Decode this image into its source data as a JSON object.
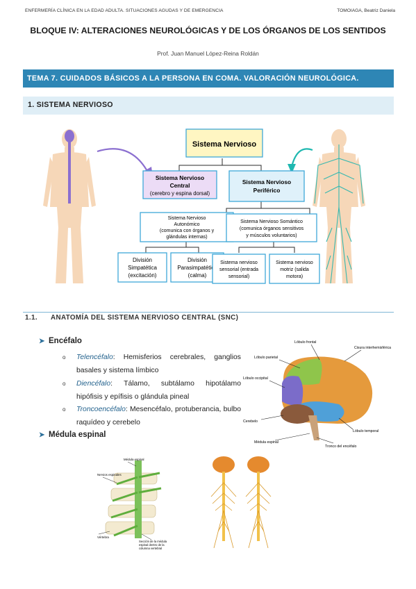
{
  "header": {
    "left": "ENFERMERÍA CLÍNICA EN LA EDAD ADULTA. SITUACIONES AGUDAS Y DE EMERGENCIA",
    "right": "TOMOIAGA, Beatriz Daniela"
  },
  "bloque_title": "BLOQUE IV: ALTERACIONES NEUROLÓGICAS Y DE LOS ÓRGANOS DE LOS SENTIDOS",
  "professor": "Prof. Juan Manuel López-Reina Roldán",
  "tema_title": "TEMA 7. CUIDADOS BÁSICOS A LA PERSONA EN COMA. VALORACIÓN NEUROLÓGICA.",
  "section1": "1.  SISTEMA NERVIOSO",
  "diagram": {
    "root": "Sistema Nervioso",
    "snc_title1": "Sistema Nervioso",
    "snc_title2": "Central",
    "snc_sub": "(cerebro y espina dorsal)",
    "snp_title1": "Sistema Nervioso",
    "snp_title2": "Periférico",
    "auto1": "Sistema Nervioso",
    "auto2": "Autonómico",
    "auto3": "(comunica con órganos y",
    "auto4": "glándulas internas)",
    "som1": "Sistema Nervioso Somántico",
    "som2": "(comunica órganos sensitivos",
    "som3": "y músculos voluntarios)",
    "simp1": "División",
    "simp2": "Simpatética",
    "simp3": "(excitación)",
    "para1": "División",
    "para2": "Parasimpatética",
    "para3": "(calma)",
    "sens1": "Sistema nervioso",
    "sens2": "sensorial (entrada",
    "sens3": "sensorial)",
    "mot1": "Sistema nervioso",
    "mot2": "motriz (salida",
    "mot3": "motora)"
  },
  "subsection": {
    "number": "1.1.",
    "title": "ANATOMÍA DEL SISTEMA NERVIOSO CENTRAL (SNC)"
  },
  "encefalo": {
    "heading": "Encéfalo",
    "items": [
      {
        "term": "Telencéfalo",
        "text": ": Hemisferios cerebrales, ganglios basales y sistema límbico"
      },
      {
        "term": "Diencéfalo",
        "text": ": Tálamo, subtálamo hipotálamo hipófisis y epífisis o glándula pineal"
      },
      {
        "term": "Troncoencéfalo",
        "text": ": Mesencéfalo, protuberancia, bulbo raquídeo y cerebelo"
      }
    ]
  },
  "medula_heading": "Médula espinal",
  "brain_labels": {
    "frontal": "Lóbulo frontal",
    "cisura": "Cisura interhemisférica",
    "parietal": "Lóbulo parietal",
    "occipital": "Lóbulo occipital",
    "cerebelo": "Cerebelo",
    "temporal": "Lóbulo temporal",
    "medula": "Médula espinal",
    "tronco": "Tronco del encéfalo"
  },
  "spine_labels": {
    "medula": "Médula espinal",
    "nervios": "Nervios espinales",
    "vertebra": "Vértebra",
    "caption1": "Sección de la médula",
    "caption2": "espinal dentro de la",
    "caption3": "columna vertebral"
  },
  "colors": {
    "accent": "#2e86b5",
    "section_bg": "#dfeef6",
    "box_border": "#3ea8d8",
    "root_fill": "#fff6c2",
    "snc_fill": "#ecdcf6",
    "snp_fill": "#dff1fa"
  }
}
